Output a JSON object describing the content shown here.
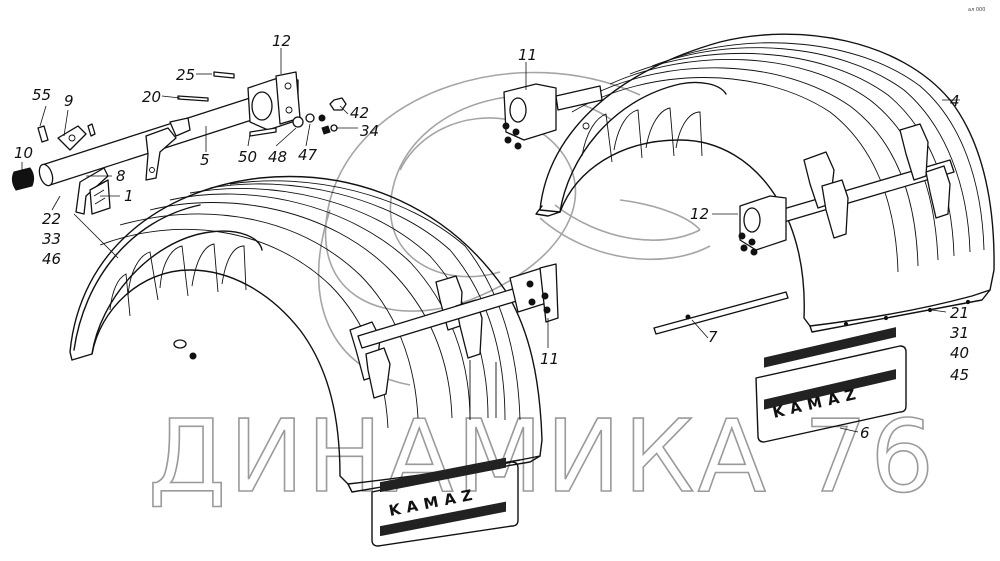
{
  "labels": {
    "l55": "55",
    "l9": "9",
    "l10": "10",
    "l8": "8",
    "l1": "1",
    "l22": "22",
    "l33": "33",
    "l46": "46",
    "l25": "25",
    "l20": "20",
    "l5": "5",
    "l12a": "12",
    "l42": "42",
    "l34": "34",
    "l50": "50",
    "l48": "48",
    "l47": "47",
    "l11a": "11",
    "l11b": "11",
    "l4": "4",
    "l12b": "12",
    "l7": "7",
    "l21": "21",
    "l31": "31",
    "l40": "40",
    "l45": "45",
    "l6": "6"
  },
  "mudflap_brand": "KAMAZ",
  "watermark": "ДИНАМИКА 76",
  "corner_mark": "ал 000",
  "colors": {
    "line": "#111111",
    "watermark": "#9a9a9a",
    "background": "#ffffff"
  }
}
